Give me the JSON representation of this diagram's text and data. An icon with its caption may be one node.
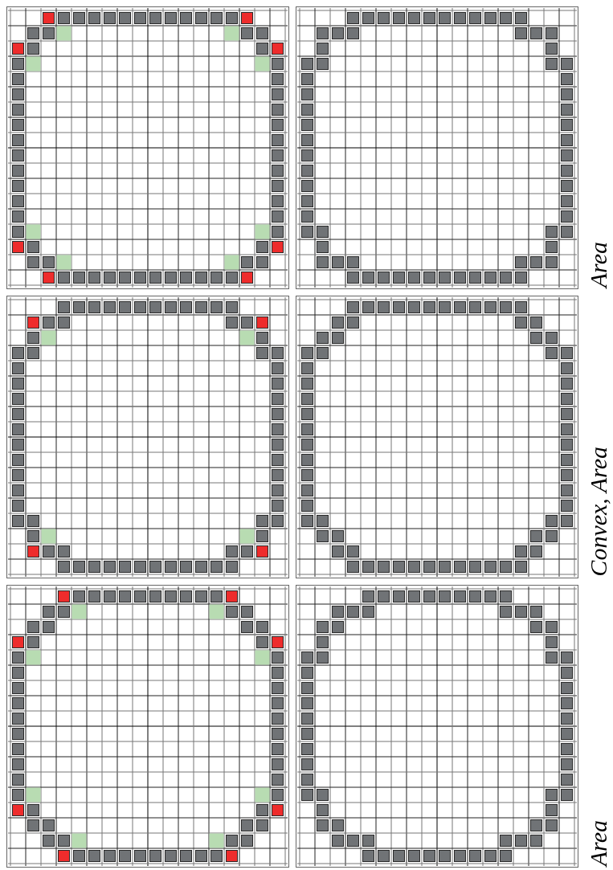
{
  "diagram": {
    "labels": [
      "Area",
      "Convex, Area",
      "Area"
    ]
  }
}
